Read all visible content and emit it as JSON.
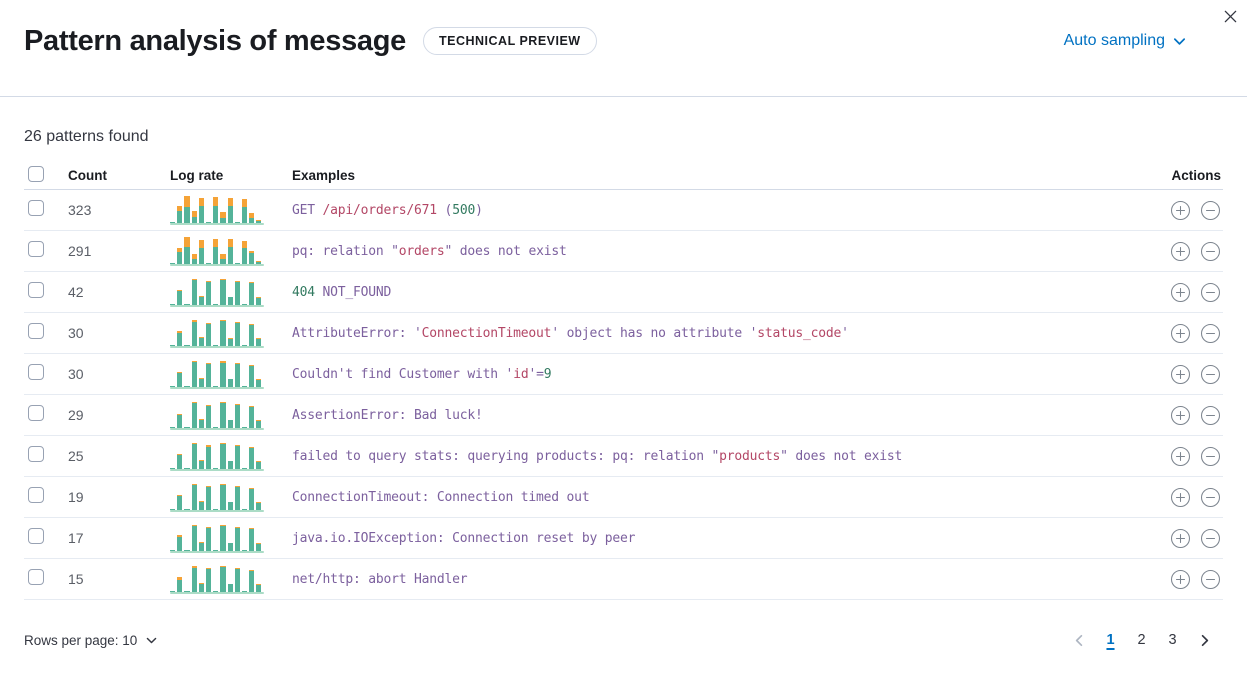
{
  "header": {
    "title": "Pattern analysis of message",
    "badge": "TECHNICAL PREVIEW",
    "sampling_label": "Auto sampling"
  },
  "summary": "26 patterns found",
  "table": {
    "columns": {
      "count": "Count",
      "log_rate": "Log rate",
      "examples": "Examples",
      "actions": "Actions"
    },
    "rows": [
      {
        "count": "323",
        "bars": [
          [
            5,
            0
          ],
          [
            46,
            17
          ],
          [
            60,
            40
          ],
          [
            22,
            22
          ],
          [
            62,
            30
          ],
          [
            5,
            0
          ],
          [
            63,
            33
          ],
          [
            20,
            20
          ],
          [
            63,
            30
          ],
          [
            5,
            0
          ],
          [
            60,
            30
          ],
          [
            18,
            20
          ],
          [
            8,
            5
          ]
        ],
        "example": [
          {
            "t": "GET ",
            "c": "p"
          },
          {
            "t": "/api/orders/671",
            "c": "r"
          },
          {
            "t": " (",
            "c": "p"
          },
          {
            "t": "500",
            "c": "g"
          },
          {
            "t": ")",
            "c": "p"
          }
        ]
      },
      {
        "count": "291",
        "bars": [
          [
            5,
            0
          ],
          [
            44,
            16
          ],
          [
            62,
            38
          ],
          [
            20,
            16
          ],
          [
            60,
            30
          ],
          [
            5,
            0
          ],
          [
            62,
            32
          ],
          [
            20,
            16
          ],
          [
            62,
            30
          ],
          [
            5,
            0
          ],
          [
            58,
            28
          ],
          [
            40,
            10
          ],
          [
            8,
            4
          ]
        ],
        "example": [
          {
            "t": "pq: relation \"",
            "c": "p"
          },
          {
            "t": "orders",
            "c": "r"
          },
          {
            "t": "\" does not exist",
            "c": "p"
          }
        ]
      },
      {
        "count": "42",
        "bars": [
          [
            5,
            0
          ],
          [
            52,
            3
          ],
          [
            5,
            0
          ],
          [
            92,
            4
          ],
          [
            30,
            3
          ],
          [
            84,
            4
          ],
          [
            5,
            0
          ],
          [
            92,
            5
          ],
          [
            28,
            3
          ],
          [
            86,
            4
          ],
          [
            5,
            0
          ],
          [
            80,
            4
          ],
          [
            26,
            3
          ]
        ],
        "example": [
          {
            "t": "404",
            "c": "g"
          },
          {
            "t": " NOT_FOUND",
            "c": "p"
          }
        ]
      },
      {
        "count": "30",
        "bars": [
          [
            5,
            0
          ],
          [
            50,
            4
          ],
          [
            5,
            0
          ],
          [
            90,
            5
          ],
          [
            29,
            3
          ],
          [
            83,
            4
          ],
          [
            5,
            0
          ],
          [
            91,
            4
          ],
          [
            27,
            3
          ],
          [
            85,
            4
          ],
          [
            5,
            0
          ],
          [
            79,
            4
          ],
          [
            25,
            3
          ]
        ],
        "example": [
          {
            "t": "AttributeError: '",
            "c": "p"
          },
          {
            "t": "ConnectionTimeout",
            "c": "r"
          },
          {
            "t": "' object has no attribute '",
            "c": "p"
          },
          {
            "t": "status_code",
            "c": "r"
          },
          {
            "t": "'",
            "c": "p"
          }
        ]
      },
      {
        "count": "30",
        "bars": [
          [
            5,
            0
          ],
          [
            51,
            6
          ],
          [
            5,
            0
          ],
          [
            92,
            5
          ],
          [
            30,
            3
          ],
          [
            84,
            4
          ],
          [
            5,
            0
          ],
          [
            90,
            5
          ],
          [
            28,
            3
          ],
          [
            85,
            4
          ],
          [
            5,
            0
          ],
          [
            78,
            4
          ],
          [
            26,
            3
          ]
        ],
        "example": [
          {
            "t": "Couldn't find Customer with '",
            "c": "p"
          },
          {
            "t": "id",
            "c": "r"
          },
          {
            "t": "'=",
            "c": "p"
          },
          {
            "t": "9",
            "c": "g"
          }
        ]
      },
      {
        "count": "29",
        "bars": [
          [
            5,
            0
          ],
          [
            50,
            3
          ],
          [
            5,
            0
          ],
          [
            91,
            4
          ],
          [
            29,
            3
          ],
          [
            83,
            4
          ],
          [
            5,
            0
          ],
          [
            92,
            5
          ],
          [
            28,
            3
          ],
          [
            84,
            4
          ],
          [
            5,
            0
          ],
          [
            79,
            4
          ],
          [
            25,
            3
          ]
        ],
        "example": [
          {
            "t": "AssertionError: Bad luck!",
            "c": "p"
          }
        ]
      },
      {
        "count": "25",
        "bars": [
          [
            5,
            0
          ],
          [
            51,
            3
          ],
          [
            5,
            0
          ],
          [
            91,
            5
          ],
          [
            29,
            3
          ],
          [
            83,
            5
          ],
          [
            5,
            0
          ],
          [
            92,
            5
          ],
          [
            28,
            3
          ],
          [
            85,
            4
          ],
          [
            5,
            0
          ],
          [
            78,
            4
          ],
          [
            25,
            3
          ]
        ],
        "example": [
          {
            "t": "failed to query stats: querying products: pq: relation \"",
            "c": "p"
          },
          {
            "t": "products",
            "c": "r"
          },
          {
            "t": "\" does not exist",
            "c": "p"
          }
        ]
      },
      {
        "count": "19",
        "bars": [
          [
            5,
            0
          ],
          [
            52,
            4
          ],
          [
            5,
            0
          ],
          [
            92,
            4
          ],
          [
            30,
            3
          ],
          [
            84,
            4
          ],
          [
            5,
            0
          ],
          [
            91,
            5
          ],
          [
            28,
            3
          ],
          [
            86,
            4
          ],
          [
            5,
            0
          ],
          [
            79,
            4
          ],
          [
            26,
            3
          ]
        ],
        "example": [
          {
            "t": "ConnectionTimeout: Connection timed out",
            "c": "p"
          }
        ]
      },
      {
        "count": "17",
        "bars": [
          [
            5,
            0
          ],
          [
            51,
            8
          ],
          [
            5,
            0
          ],
          [
            92,
            5
          ],
          [
            29,
            3
          ],
          [
            85,
            4
          ],
          [
            5,
            0
          ],
          [
            92,
            5
          ],
          [
            28,
            3
          ],
          [
            85,
            4
          ],
          [
            5,
            0
          ],
          [
            80,
            4
          ],
          [
            25,
            3
          ]
        ],
        "example": [
          {
            "t": "java.io.IOException: Connection reset by peer",
            "c": "p"
          }
        ]
      },
      {
        "count": "15",
        "bars": [
          [
            5,
            0
          ],
          [
            45,
            10
          ],
          [
            5,
            0
          ],
          [
            90,
            5
          ],
          [
            30,
            3
          ],
          [
            84,
            4
          ],
          [
            5,
            0
          ],
          [
            92,
            5
          ],
          [
            28,
            3
          ],
          [
            85,
            4
          ],
          [
            5,
            0
          ],
          [
            78,
            4
          ],
          [
            27,
            3
          ]
        ],
        "example": [
          {
            "t": "net/http: abort Handler",
            "c": "p"
          }
        ]
      }
    ]
  },
  "footer": {
    "rows_per_page_label": "Rows per page: 10",
    "pages": [
      "1",
      "2",
      "3"
    ],
    "active_page": "1"
  },
  "colors": {
    "link_blue": "#0071c2",
    "bar_green": "#54b399",
    "bar_orange": "#f5a337",
    "tokens": {
      "p": "#7c609e",
      "r": "#b34766",
      "g": "#327a60"
    }
  },
  "icons": {
    "close": "x",
    "chevron_down": "v",
    "chevron_left": "<",
    "chevron_right": ">",
    "plus_in_circle": "+",
    "minus_in_circle": "-"
  }
}
